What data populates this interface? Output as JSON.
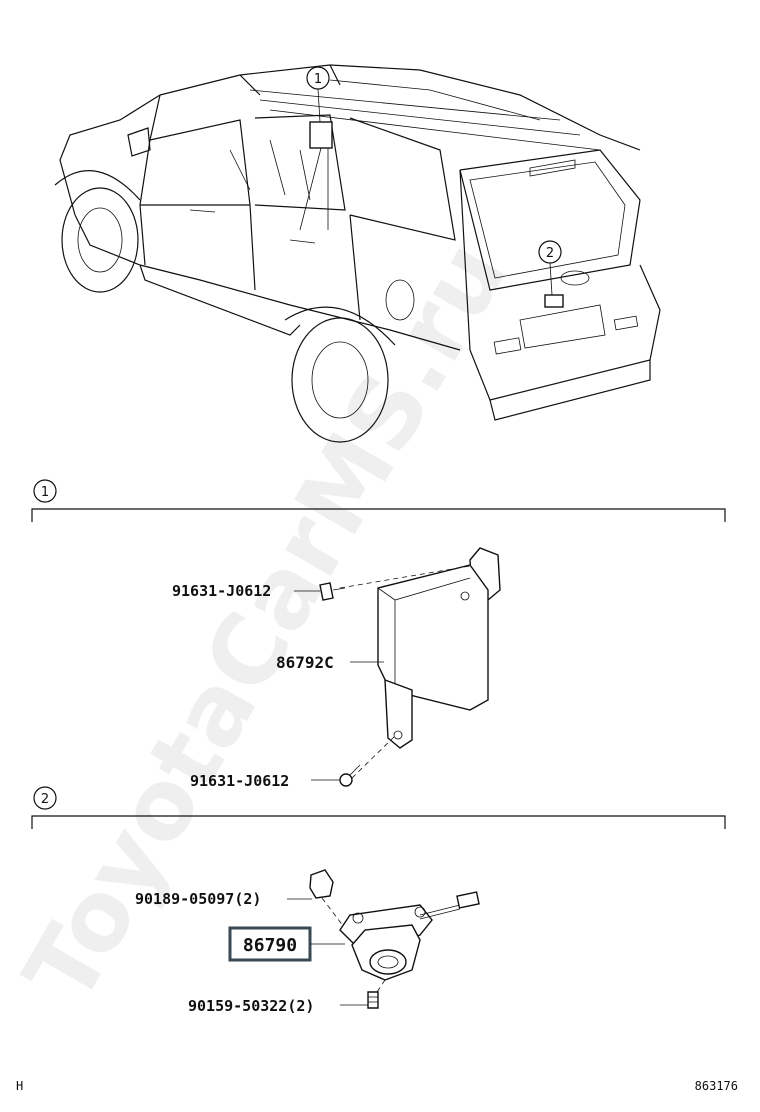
{
  "watermark": "ToyotaCarMS.ru",
  "overview": {
    "callouts": [
      "1",
      "2"
    ]
  },
  "sections": [
    {
      "id": "1",
      "parts": [
        {
          "part_no": "91631-J0612"
        },
        {
          "part_no": "86792C"
        },
        {
          "part_no": "91631-J0612"
        }
      ]
    },
    {
      "id": "2",
      "parts": [
        {
          "part_no": "90189-05097(2)"
        },
        {
          "part_no": "86790",
          "highlighted": true
        },
        {
          "part_no": "90159-50322(2)"
        }
      ]
    }
  ],
  "footer": {
    "left_code": "H",
    "right_code": "863176"
  },
  "colors": {
    "highlight_border": "#3a4a55"
  }
}
